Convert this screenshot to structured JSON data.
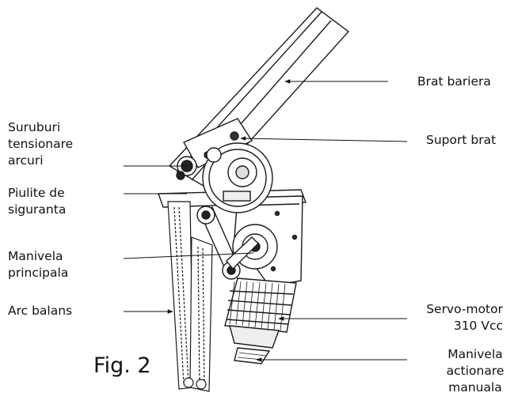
{
  "labels": {
    "brat_bariera": "Brat  bariera",
    "suport_brat": "Suport brat",
    "suruburi": [
      "Suruburi",
      "tensionare",
      "arcuri"
    ],
    "piulite": [
      "Piulite de",
      "siguranta"
    ],
    "manivela_principala": [
      "Manivela",
      "principala"
    ],
    "arc_balans": "Arc balans",
    "servo_motor": [
      "Servo-motor",
      "310 Vcc"
    ],
    "manivela_manuala": [
      "Manivela",
      "actionare",
      "manuala"
    ]
  },
  "figure_caption": "Fig. 2",
  "colors": {
    "line": "#1a1a1a",
    "fill": "#ffffff",
    "shade": "#d9d9d9"
  }
}
